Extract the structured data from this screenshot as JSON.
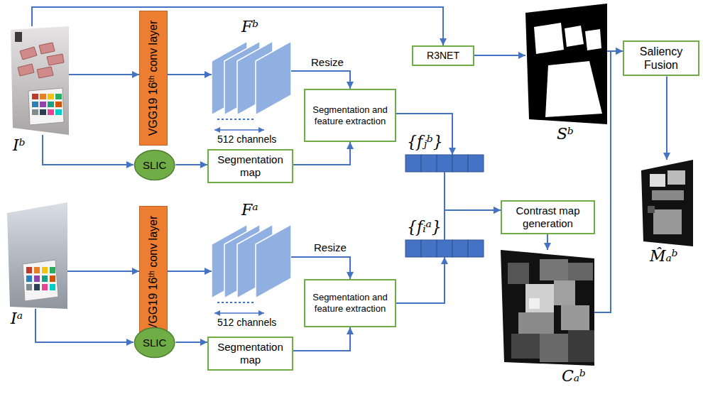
{
  "diagram": {
    "nodes": [
      {
        "text": [
          "Iᵇ"
        ]
      },
      {
        "text": [
          "VGG19 16ᵗʰ conv layer"
        ]
      },
      {
        "text": [
          "Fᵇ",
          "512 channels"
        ]
      },
      {
        "text": [
          "SLIC"
        ]
      },
      {
        "text": [
          "Segmentation map"
        ]
      },
      {
        "text": [
          "Segmentation and feature extraction"
        ]
      },
      {
        "text": [
          "R3NET"
        ]
      },
      {
        "text": [
          "Sᵇ"
        ]
      },
      {
        "text": [
          "Saliency Fusion"
        ]
      },
      {
        "text": [
          "{fⱼᵇ}"
        ]
      },
      {
        "text": [
          "M̂ₐᵇ"
        ]
      },
      {
        "text": [
          "Iᵃ"
        ]
      },
      {
        "text": [
          "VGG19 16ᵗʰ conv layer"
        ]
      },
      {
        "text": [
          "Fᵃ",
          "512 channels"
        ]
      },
      {
        "text": [
          "{fᵢᵃ}"
        ]
      },
      {
        "text": [
          "Contrast map generation"
        ]
      },
      {
        "text": [
          "Segmentation and feature extraction"
        ]
      },
      {
        "text": [
          "SLIC"
        ]
      },
      {
        "text": [
          "Segmentation map"
        ]
      },
      {
        "text": [
          "Cₐᵇ"
        ]
      }
    ],
    "edges": [
      {
        "from": 0,
        "to": 1,
        "arrow": "to"
      },
      {
        "from": 1,
        "to": 2,
        "arrow": "to"
      },
      {
        "from": 0,
        "to": 3,
        "arrow": "to"
      },
      {
        "from": 3,
        "to": 4,
        "arrow": "to"
      },
      {
        "from": 4,
        "to": 5,
        "arrow": "to"
      },
      {
        "from": 2,
        "to": 5,
        "label": "Resize",
        "arrow": "to"
      },
      {
        "from": 5,
        "to": 9,
        "arrow": "to"
      },
      {
        "from": 0,
        "to": 6,
        "arrow": "to"
      },
      {
        "from": 6,
        "to": 7,
        "arrow": "to"
      },
      {
        "from": 7,
        "to": 8,
        "arrow": "to"
      },
      {
        "from": 19,
        "to": 8,
        "arrow": "to"
      },
      {
        "from": 8,
        "to": 10,
        "arrow": "to"
      },
      {
        "from": 9,
        "to": 15,
        "arrow": "to"
      },
      {
        "from": 14,
        "to": 15,
        "arrow": "to"
      },
      {
        "from": 15,
        "to": 19,
        "arrow": "to"
      },
      {
        "from": 11,
        "to": 12,
        "arrow": "to"
      },
      {
        "from": 12,
        "to": 13,
        "arrow": "to"
      },
      {
        "from": 11,
        "to": 17,
        "arrow": "to"
      },
      {
        "from": 17,
        "to": 18,
        "arrow": "to"
      },
      {
        "from": 18,
        "to": 16,
        "arrow": "to"
      },
      {
        "from": 13,
        "to": 16,
        "label": "Resize",
        "arrow": "to"
      },
      {
        "from": 16,
        "to": 14,
        "arrow": "to"
      }
    ]
  }
}
